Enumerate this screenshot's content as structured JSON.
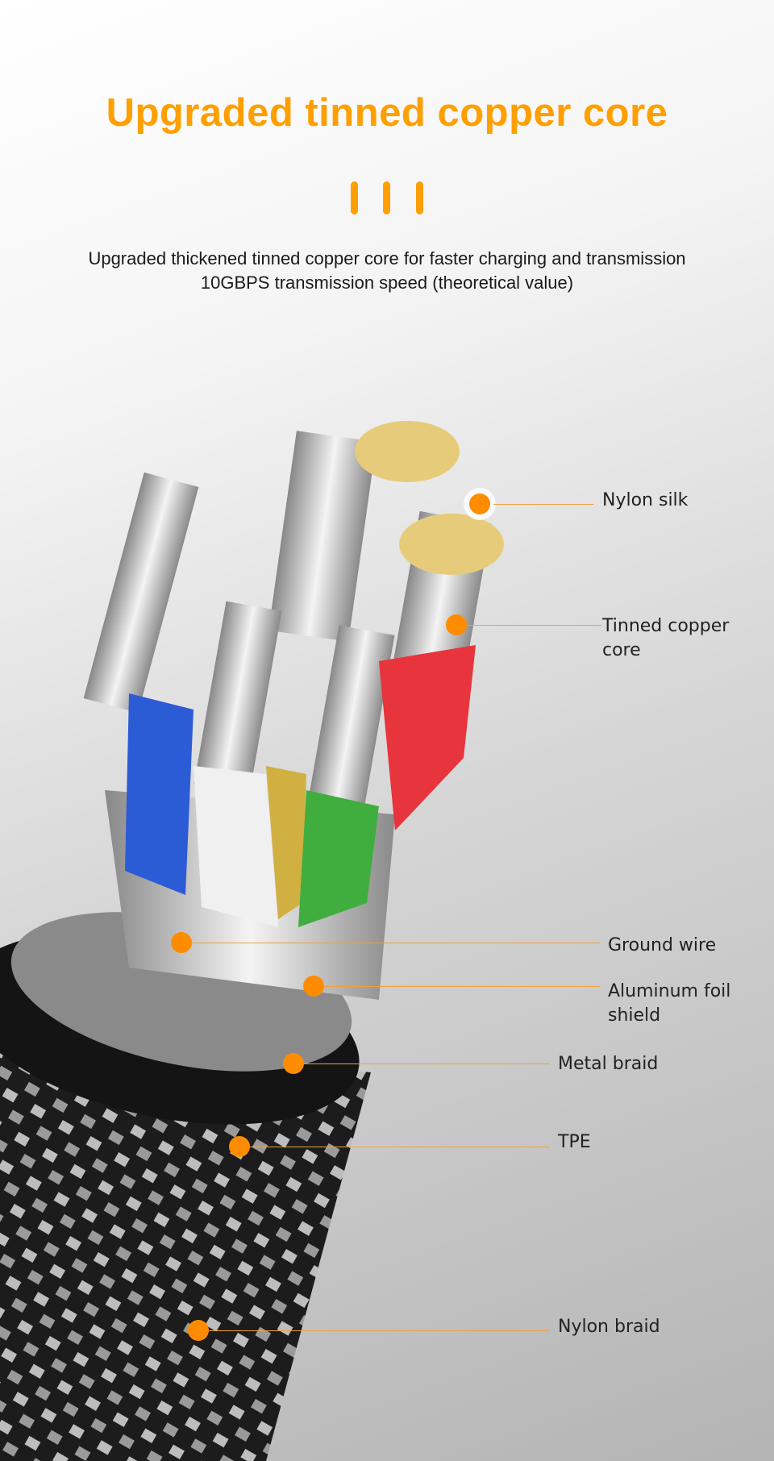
{
  "header": {
    "title": "Upgraded tinned copper core",
    "subtitle_line1": "Upgraded thickened tinned copper core for faster charging and transmission",
    "subtitle_line2": "10GBPS transmission speed (theoretical value)"
  },
  "accent_color": "#ff9f00",
  "callouts": [
    {
      "label_line1": "Nylon silk",
      "label_line2": ""
    },
    {
      "label_line1": "Tinned copper",
      "label_line2": "core"
    },
    {
      "label_line1": "Ground wire",
      "label_line2": ""
    },
    {
      "label_line1": "Aluminum foil",
      "label_line2": "shield"
    },
    {
      "label_line1": "Metal braid",
      "label_line2": ""
    },
    {
      "label_line1": "TPE",
      "label_line2": ""
    },
    {
      "label_line1": "Nylon braid",
      "label_line2": ""
    }
  ]
}
